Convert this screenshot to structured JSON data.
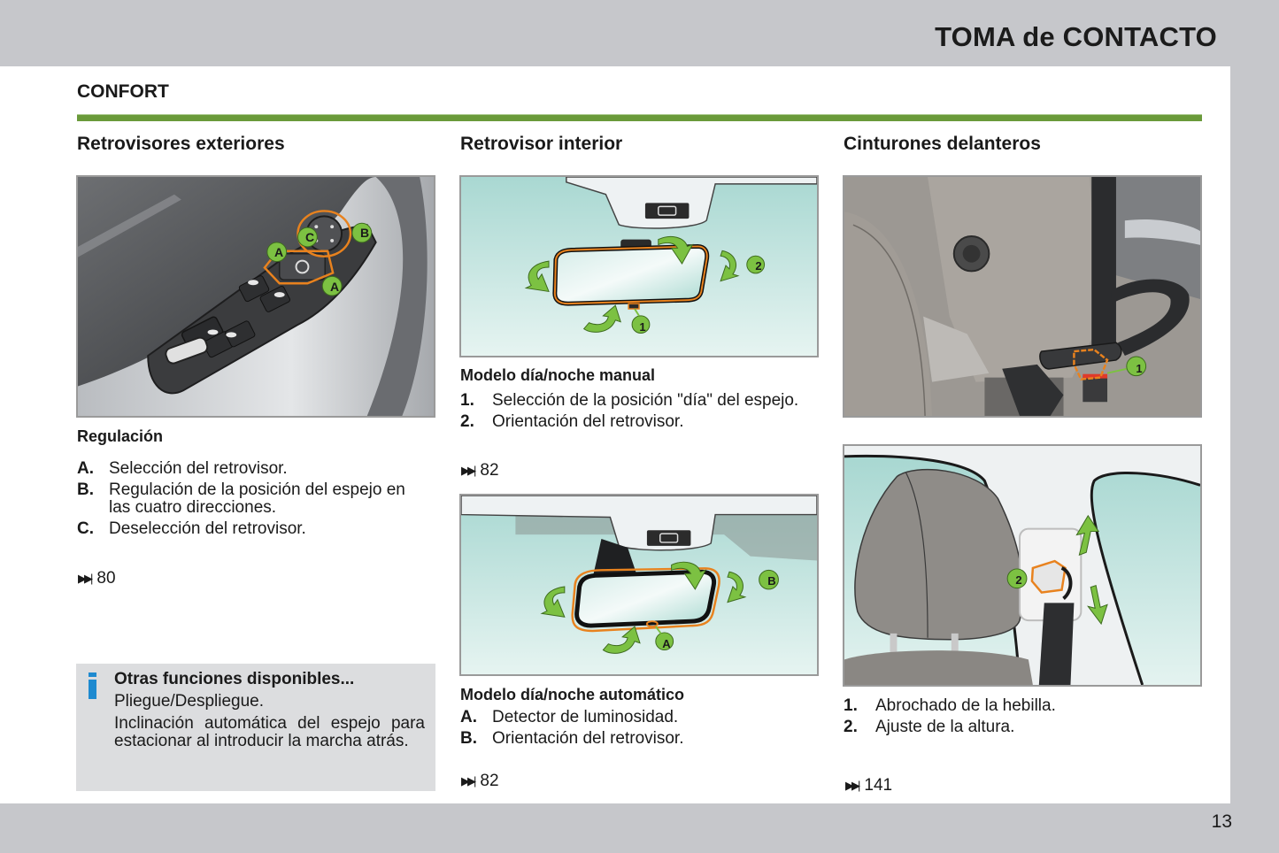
{
  "header": {
    "chapter_title": "TOMA de CONTACTO"
  },
  "section": {
    "title": "CONFORT"
  },
  "colors": {
    "accent_green": "#6a9a3a",
    "callout_green": "#7cc142",
    "outline_orange": "#e8821e",
    "info_blue": "#1e8ad0",
    "page_gray": "#c6c7cb"
  },
  "columns": {
    "exterior": {
      "heading": "Retrovisores exteriores",
      "figure_callouts": [
        "A",
        "C",
        "B",
        "A"
      ],
      "subheading": "Regulación",
      "items": [
        {
          "key": "A.",
          "text": "Selección del retrovisor."
        },
        {
          "key": "B.",
          "text": "Regulación de la posición del espejo en las cuatro direcciones."
        },
        {
          "key": "C.",
          "text": "Deselección del retrovisor."
        }
      ],
      "ref_icon": "page-reference-icon",
      "ref_page": "80",
      "info": {
        "icon": "info-icon",
        "title": "Otras funciones disponibles...",
        "paragraphs": [
          "Pliegue/Despliegue.",
          "Inclinación automática del espejo para estacionar al introducir la marcha atrás."
        ]
      }
    },
    "interior": {
      "heading": "Retrovisor interior",
      "manual": {
        "figure_callouts": [
          "1",
          "2"
        ],
        "subheading": "Modelo día/noche manual",
        "items": [
          {
            "key": "1.",
            "text": "Selección de la posición \"día\" del espejo."
          },
          {
            "key": "2.",
            "text": "Orientación del retrovisor."
          }
        ],
        "ref_page": "82"
      },
      "automatic": {
        "figure_callouts": [
          "A",
          "B"
        ],
        "subheading": "Modelo día/noche automático",
        "items": [
          {
            "key": "A.",
            "text": "Detector de luminosidad."
          },
          {
            "key": "B.",
            "text": "Orientación del retrovisor."
          }
        ],
        "ref_page": "82"
      }
    },
    "belts": {
      "heading": "Cinturones delanteros",
      "figure1_callout": "1",
      "figure2_callout": "2",
      "items": [
        {
          "key": "1.",
          "text": "Abrochado de la hebilla."
        },
        {
          "key": "2.",
          "text": "Ajuste de la altura."
        }
      ],
      "ref_page": "141"
    }
  },
  "footer": {
    "page_number": "13"
  }
}
